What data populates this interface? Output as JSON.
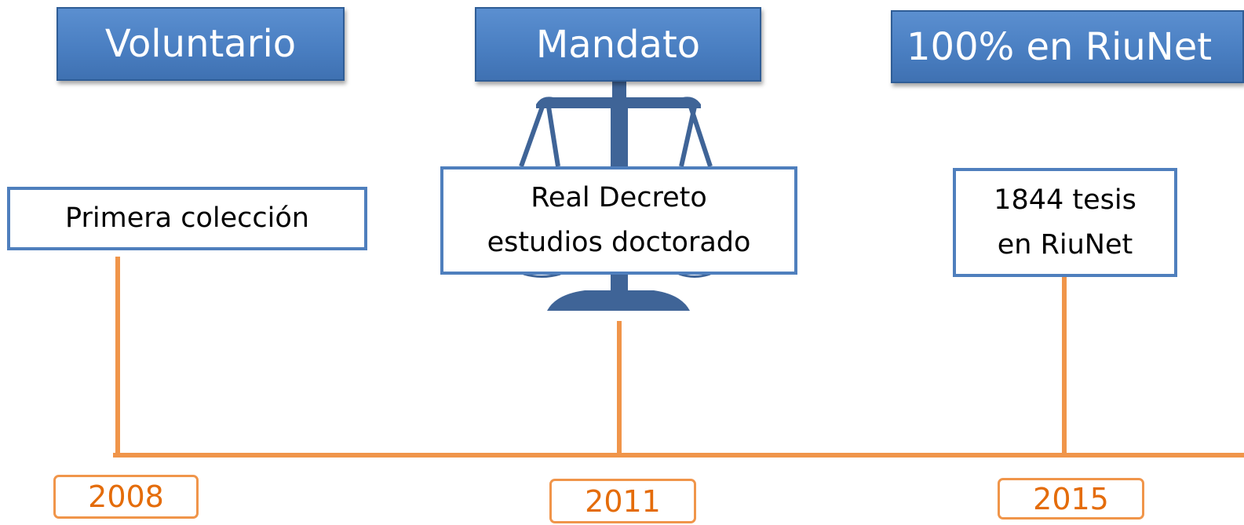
{
  "phases": {
    "voluntary": "Voluntario",
    "mandate": "Mandato",
    "full": "100% en RiuNet"
  },
  "events": {
    "first": [
      "Primera colección"
    ],
    "decree": [
      "Real Decreto",
      "estudios doctorado"
    ],
    "theses": [
      "1844 tesis",
      "en RiuNet"
    ]
  },
  "years": [
    "2008",
    "2011",
    "2015"
  ],
  "colors": {
    "phase_blue": "#4a7fc2",
    "event_border": "#4f7fbd",
    "timeline_orange": "#f0954a",
    "year_text": "#e46c0a",
    "scale_icon": "#3f6497"
  },
  "icons": [
    "scales-of-justice-icon"
  ]
}
